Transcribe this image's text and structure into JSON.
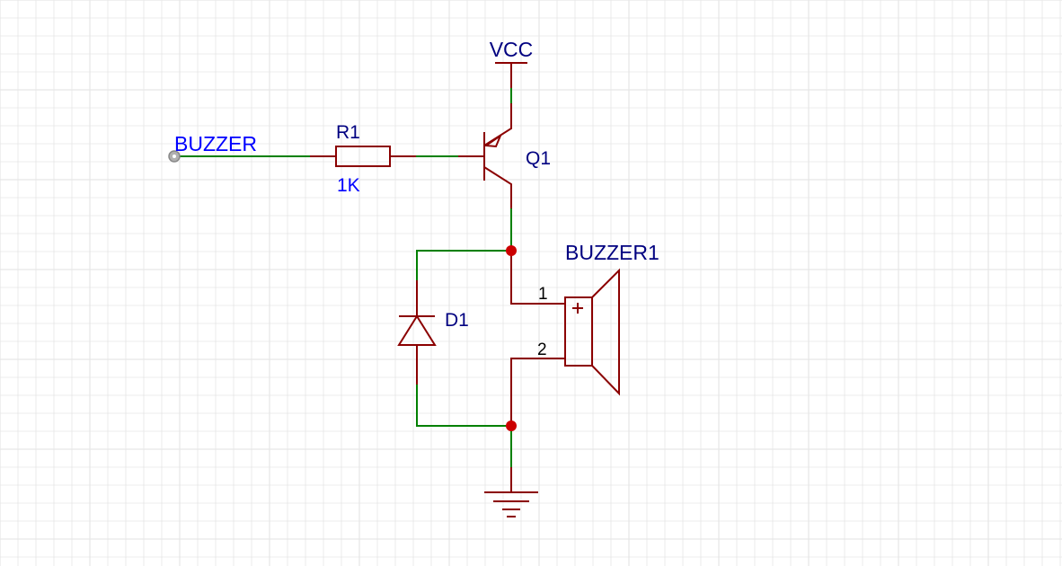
{
  "colors": {
    "background": "#ffffff",
    "grid": "#e6e6e6",
    "wire": "#008000",
    "component": "#8b0000",
    "junction": "#cc0000",
    "net_label": "#0000ff",
    "designator": "#000080",
    "pin_number": "#000000",
    "port": "#999999"
  },
  "labels": {
    "power": "VCC",
    "net_input": "BUZZER",
    "resistor_designator": "R1",
    "resistor_value": "1K",
    "transistor_designator": "Q1",
    "diode_designator": "D1",
    "buzzer_designator": "BUZZER1",
    "buzzer_pin1": "1",
    "buzzer_pin2": "2",
    "buzzer_polarity": "+"
  }
}
